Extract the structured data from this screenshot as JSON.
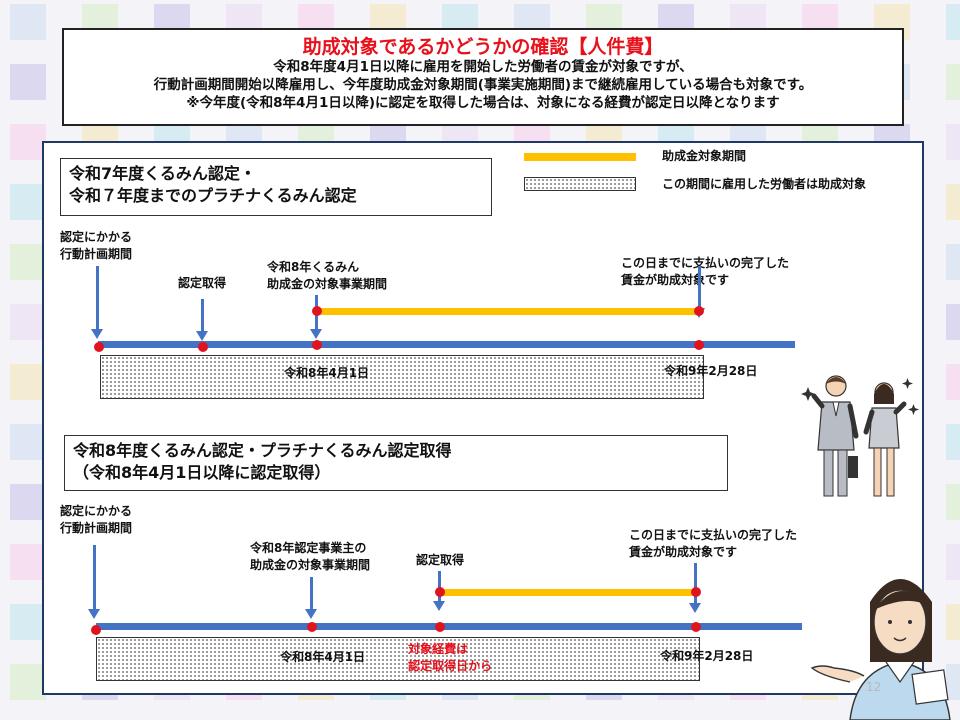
{
  "header": {
    "title": "助成対象であるかどうかの確認【人件費】",
    "line1": "令和8年度4月1日以降に雇用を開始した労働者の賃金が対象ですが、",
    "line2": "行動計画期間開始以降雇用し、今年度助成金対象期間(事業実施期間)まで継続雇用している場合も対象です。",
    "line3": "※今年度(令和8年4月1日以降)に認定を取得した場合は、対象になる経費が認定日以降となります"
  },
  "legend": {
    "yellow_label": "助成金対象期間",
    "dotted_label": "この期間に雇用した労働者は助成対象"
  },
  "section1": {
    "box_line1": "令和7年度くるみん認定・",
    "box_line2": "令和７年度までのプラチナくるみん認定",
    "label_plan_1": "認定にかかる",
    "label_plan_2": "行動計画期間",
    "label_cert": "認定取得",
    "label_start_1": "令和8年くるみん",
    "label_start_2": "助成金の対象事業期間",
    "label_end_1": "この日までに支払いの完了した",
    "label_end_2": "賃金が助成対象です",
    "date_start": "令和8年4月1日",
    "date_end": "令和9年2月28日"
  },
  "section2": {
    "box_line1": "令和8年度くるみん認定・プラチナくるみん認定取得",
    "box_line2": "（令和8年4月1日以降に認定取得）",
    "label_plan_1": "認定にかかる",
    "label_plan_2": "行動計画期間",
    "label_start_1": "令和8年認定事業主の",
    "label_start_2": "助成金の対象事業期間",
    "label_cert": "認定取得",
    "label_end_1": "この日までに支払いの完了した",
    "label_end_2": "賃金が助成対象です",
    "date_start": "令和8年4月1日",
    "date_end": "令和9年2月28日",
    "note_1": "対象経費は",
    "note_2": "認定取得日から"
  },
  "page_number": "12",
  "colors": {
    "accent_red": "#e8101b",
    "timeline_blue": "#4472c4",
    "period_yellow": "#ffc000",
    "panel_border": "#1f3864"
  }
}
